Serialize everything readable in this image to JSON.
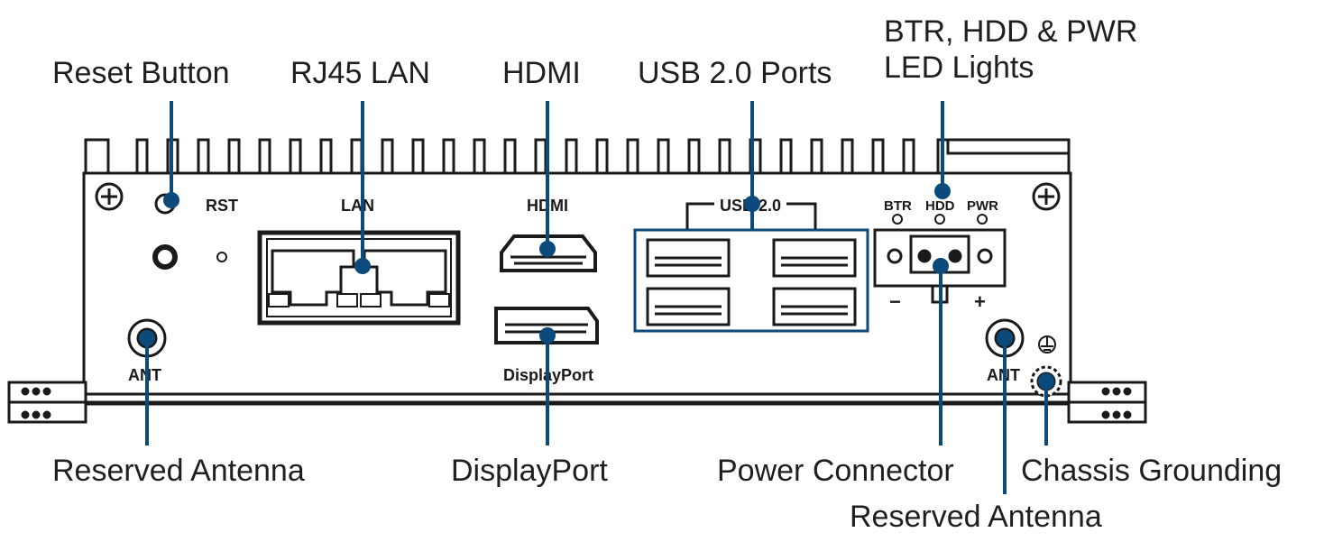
{
  "callouts": {
    "reset_button": "Reset Button",
    "rj45_lan": "RJ45 LAN",
    "hdmi": "HDMI",
    "usb_ports": "USB 2.0 Ports",
    "led_lights_line1": "BTR, HDD & PWR",
    "led_lights_line2": "LED Lights",
    "reserved_antenna_left": "Reserved Antenna",
    "displayport": "DisplayPort",
    "power_connector": "Power Connector",
    "chassis_grounding": "Chassis Grounding",
    "reserved_antenna_right": "Reserved Antenna"
  },
  "panel_labels": {
    "rst": "RST",
    "lan": "LAN",
    "hdmi": "HDMI",
    "usb": "USB 2.0",
    "btr": "BTR",
    "hdd": "HDD",
    "pwr": "PWR",
    "ant_left": "ANT",
    "ant_right": "ANT",
    "displayport": "DisplayPort",
    "minus": "−",
    "plus": "+"
  },
  "colors": {
    "leader_line": "#0b4a7a",
    "device_stroke": "#1a1a1a",
    "text": "#1f1f1f"
  }
}
